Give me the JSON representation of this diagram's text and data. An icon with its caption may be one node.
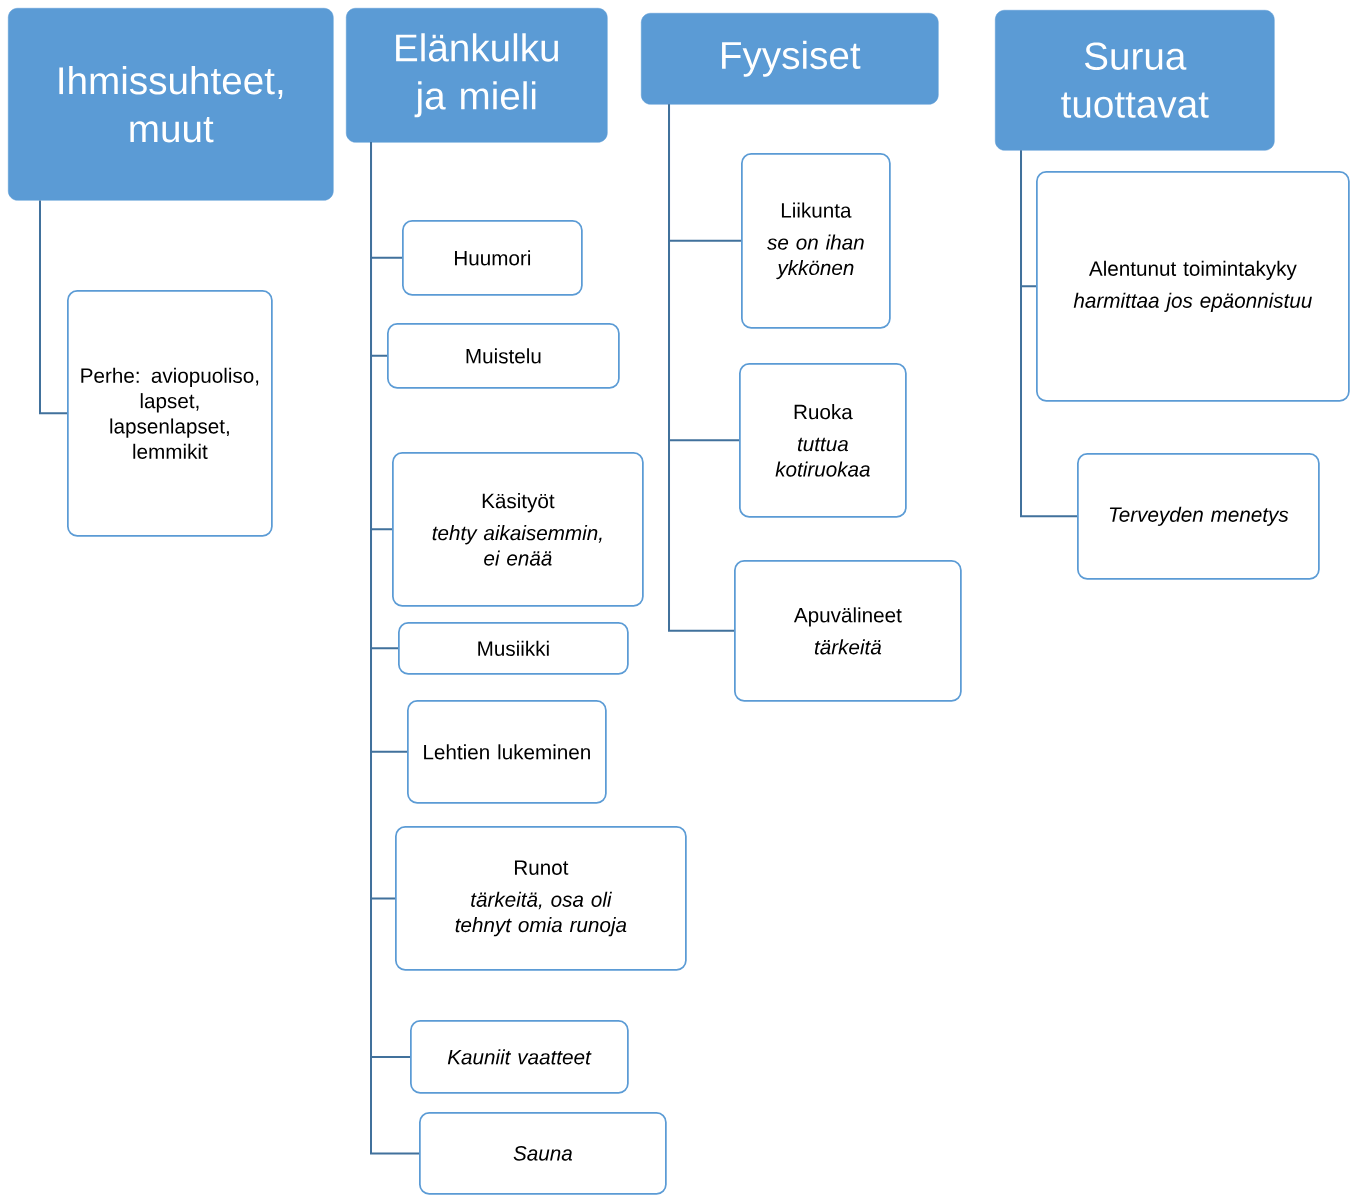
{
  "diagram": {
    "nodes": [
      {
        "text": [
          "Ihmissuhteet, muut"
        ]
      },
      {
        "text": [
          "Perhe: aviopuoliso, lapset, lapsenlapset, lemmikit"
        ]
      },
      {
        "text": [
          "Elänkulku ja mieli"
        ]
      },
      {
        "text": [
          "Huumori"
        ]
      },
      {
        "text": [
          "Muistelu"
        ]
      },
      {
        "text": [
          "Käsityöt",
          "tehty aikaisemmin, ei enää"
        ]
      },
      {
        "text": [
          "Musiikki"
        ]
      },
      {
        "text": [
          "Lehtien lukeminen"
        ]
      },
      {
        "text": [
          "Runot",
          "tärkeitä, osa oli tehnyt omia runoja"
        ]
      },
      {
        "text": [
          "*Kauniit vaatteet*"
        ]
      },
      {
        "text": [
          "*Sauna*"
        ]
      },
      {
        "text": [
          "Fyysiset"
        ]
      },
      {
        "text": [
          "Liikunta",
          "se on ihan ykkönen"
        ]
      },
      {
        "text": [
          "Ruoka",
          "tuttua kotiruokaa"
        ]
      },
      {
        "text": [
          "Apuvälineet",
          "tärkeitä"
        ]
      },
      {
        "text": [
          "Surua tuottavat"
        ]
      },
      {
        "text": [
          "Alentunut toimintakyky",
          "harmittaa jos epäonnistuu"
        ]
      },
      {
        "text": [
          "*Terveyden menetys*"
        ]
      }
    ],
    "edges": [
      {
        "from": 0,
        "to": 1,
        "arrow": "none"
      },
      {
        "from": 2,
        "to": 3,
        "arrow": "none"
      },
      {
        "from": 2,
        "to": 4,
        "arrow": "none"
      },
      {
        "from": 2,
        "to": 5,
        "arrow": "none"
      },
      {
        "from": 2,
        "to": 6,
        "arrow": "none"
      },
      {
        "from": 2,
        "to": 7,
        "arrow": "none"
      },
      {
        "from": 2,
        "to": 8,
        "arrow": "none"
      },
      {
        "from": 2,
        "to": 9,
        "arrow": "none"
      },
      {
        "from": 2,
        "to": 10,
        "arrow": "none"
      },
      {
        "from": 11,
        "to": 12,
        "arrow": "none"
      },
      {
        "from": 11,
        "to": 13,
        "arrow": "none"
      },
      {
        "from": 11,
        "to": 14,
        "arrow": "none"
      },
      {
        "from": 15,
        "to": 16,
        "arrow": "none"
      },
      {
        "from": 15,
        "to": 17,
        "arrow": "none"
      }
    ]
  }
}
